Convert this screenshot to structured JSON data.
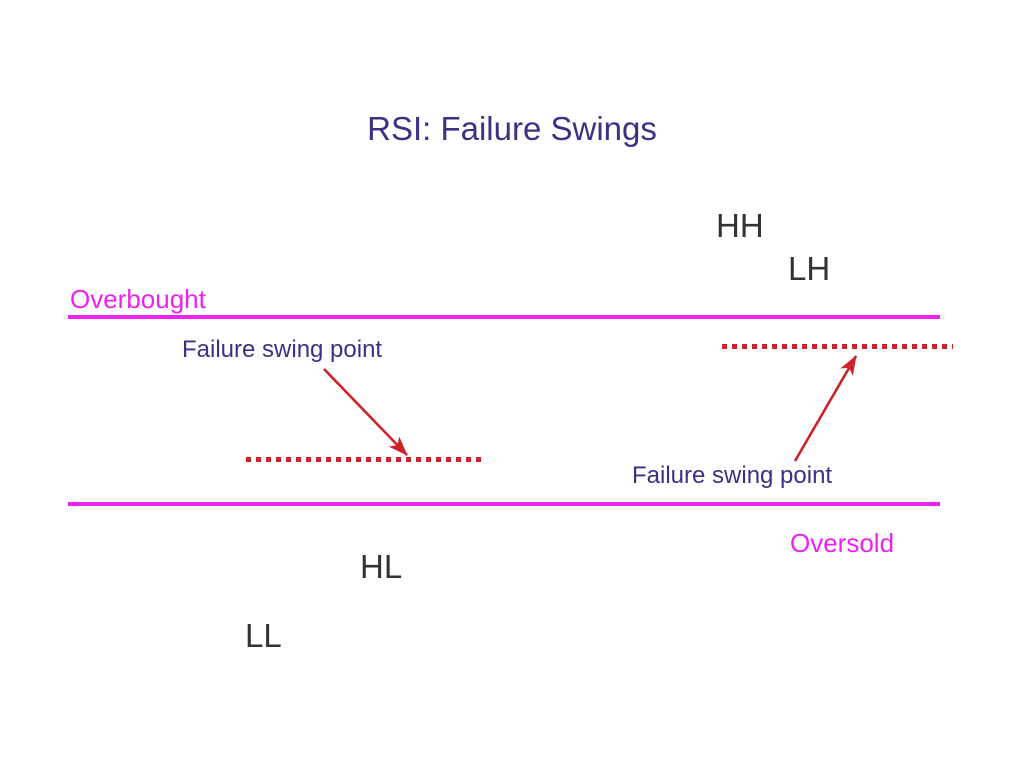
{
  "slide": {
    "title": "RSI: Failure Swings",
    "background_color": "#ffffff"
  },
  "colors": {
    "title_navy": "#3b3185",
    "threshold_magenta": "#ee22ee",
    "marker_gray": "#333333",
    "arrow_red": "#cc2229",
    "dotted_red": "#cc2229"
  },
  "thresholds": [
    {
      "name": "overbought",
      "label": "Overbought",
      "label_color": "#ee22ee",
      "line_color": "#ee22ee"
    },
    {
      "name": "oversold",
      "label": "Oversold",
      "label_color": "#ee22ee",
      "line_color": "#ee22ee"
    }
  ],
  "swing_markers": [
    {
      "name": "higher-high",
      "label": "HH"
    },
    {
      "name": "lower-high",
      "label": "LH"
    },
    {
      "name": "higher-low",
      "label": "HL"
    },
    {
      "name": "lower-low",
      "label": "LL"
    }
  ],
  "annotations": [
    {
      "name": "failure-swing-point-left",
      "label": "Failure swing point",
      "arrow_direction": "down-right"
    },
    {
      "name": "failure-swing-point-right",
      "label": "Failure swing point",
      "arrow_direction": "up-right"
    }
  ],
  "chart_data": {
    "type": "diagram",
    "title": "RSI: Failure Swings",
    "description": "Schematic of RSI failure swings showing overbought and oversold threshold bands with failure swing point levels",
    "bands": [
      {
        "label": "Overbought",
        "boundary": "upper"
      },
      {
        "label": "Oversold",
        "boundary": "lower"
      }
    ],
    "levels": [
      {
        "name": "failure-swing-level-left",
        "style": "dotted",
        "color": "#cc2229",
        "position": "below-overbought"
      },
      {
        "name": "failure-swing-level-right",
        "style": "dotted",
        "color": "#cc2229",
        "position": "below-overbought-right"
      }
    ],
    "markers": [
      "HH",
      "LH",
      "HL",
      "LL"
    ],
    "annotations": [
      "Failure swing point",
      "Failure swing point"
    ]
  }
}
